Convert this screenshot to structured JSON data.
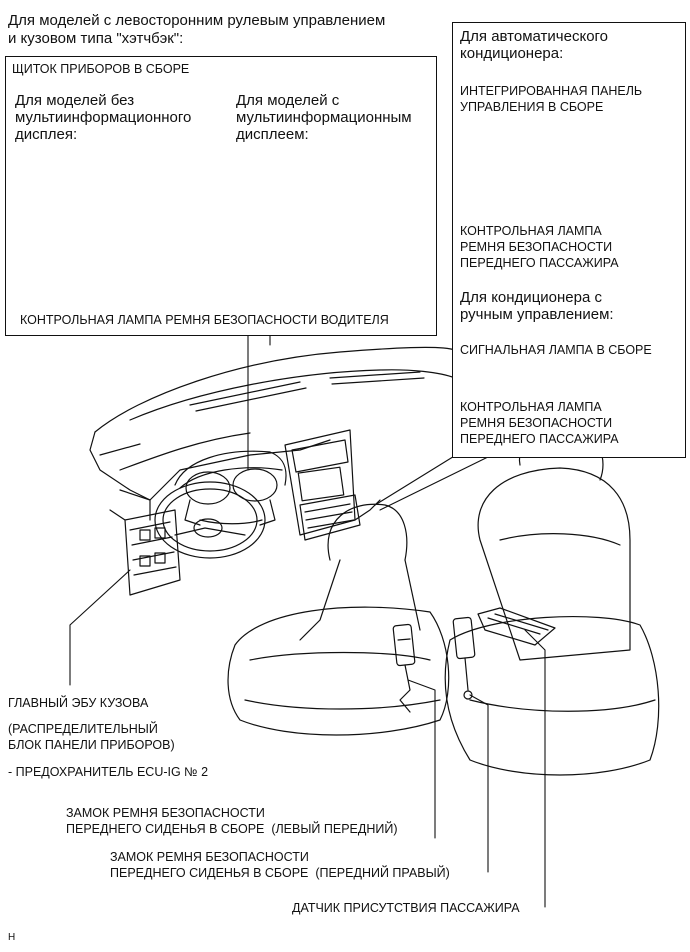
{
  "header": {
    "line1": "Для моделей с левосторонним рулевым управлением",
    "line2": "и кузовом типа \"хэтчбэк\":"
  },
  "combo": {
    "title": "ЩИТОК ПРИБОРОВ В СБОРЕ",
    "no_display": [
      "Для моделей без",
      "мультиинформационного",
      "дисплея:"
    ],
    "with_display": [
      "Для моделей с",
      "мультиинформационным",
      "дисплеем:"
    ],
    "driver_lamp": "КОНТРОЛЬНАЯ ЛАМПА РЕМНЯ БЕЗОПАСНОСТИ ВОДИТЕЛЯ"
  },
  "ac": {
    "auto_heading": [
      "Для автоматического",
      "кондиционера:"
    ],
    "integrated_panel": [
      "ИНТЕГРИРОВАННАЯ ПАНЕЛЬ",
      "УПРАВЛЕНИЯ В СБОРЕ"
    ],
    "pass_lamp_1": [
      "КОНТРОЛЬНАЯ ЛАМПА",
      "РЕМНЯ БЕЗОПАСНОСТИ",
      "ПЕРЕДНЕГО ПАССАЖИРА"
    ],
    "manual_heading": [
      "Для кондиционера с",
      "ручным управлением:"
    ],
    "signal_lamp": "СИГНАЛЬНАЯ ЛАМПА В СБОРЕ",
    "pass_lamp_2": [
      "КОНТРОЛЬНАЯ ЛАМПА",
      "РЕМНЯ БЕЗОПАСНОСТИ",
      "ПЕРЕДНЕГО ПАССАЖИРА"
    ]
  },
  "callouts": {
    "main_ecu": "ГЛАВНЫЙ ЭБУ КУЗОВА",
    "junction": [
      "(РАСПРЕДЕЛИТЕЛЬНЫЙ",
      "БЛОК ПАНЕЛИ ПРИБОРОВ)"
    ],
    "fuse": "- ПРЕДОХРАНИТЕЛЬ ECU-IG № 2",
    "buckle_left": [
      "ЗАМОК РЕМНЯ БЕЗОПАСНОСТИ",
      "ПЕРЕДНЕГО СИДЕНЬЯ В СБОРЕ  (ЛЕВЫЙ ПЕРЕДНИЙ)"
    ],
    "buckle_right": [
      "ЗАМОК РЕМНЯ БЕЗОПАСНОСТИ",
      "ПЕРЕДНЕГО СИДЕНЬЯ В СБОРЕ  (ПЕРЕДНИЙ ПРАВЫЙ)"
    ],
    "occupant_sensor": "ДАТЧИК ПРИСУТСТВИЯ ПАССАЖИРА"
  },
  "corner_mark": "H"
}
